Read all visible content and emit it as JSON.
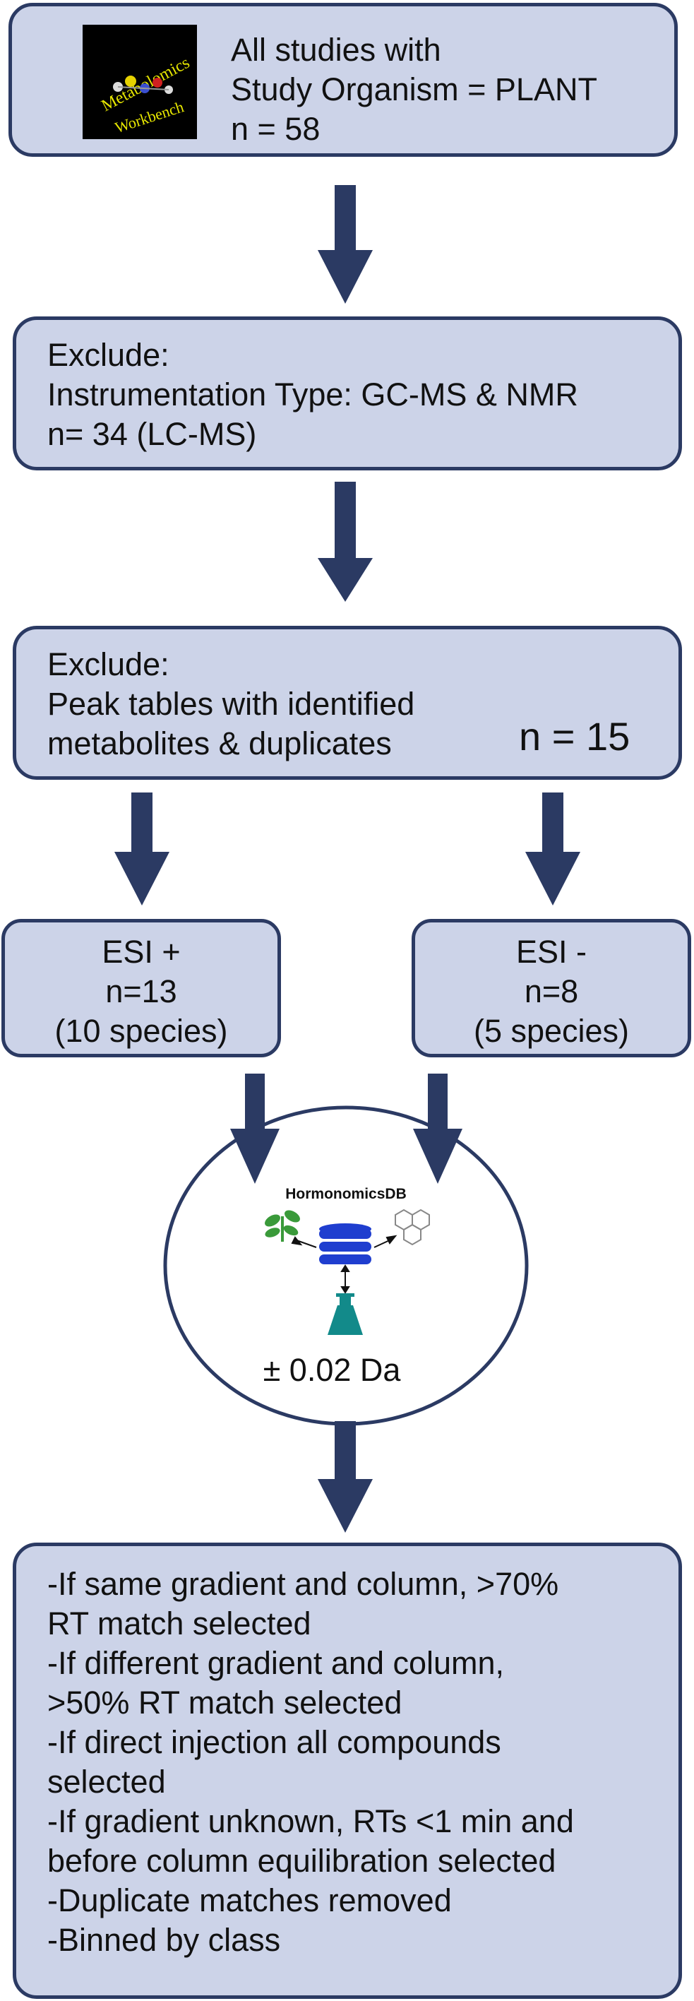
{
  "box1": {
    "logo_text_top": "Metabolomics",
    "logo_text_bottom": "Workbench",
    "lines": [
      "All studies with",
      "Study Organism = PLANT",
      "n = 58"
    ]
  },
  "box2": {
    "lines": [
      "Exclude:",
      "Instrumentation Type: GC-MS & NMR",
      "n= 34 (LC-MS)"
    ]
  },
  "box3": {
    "lines": [
      "Exclude:",
      "Peak tables with identified",
      "metabolites & duplicates"
    ],
    "count": "n = 15"
  },
  "esi_pos": {
    "lines": [
      "ESI +",
      "n=13",
      "(10 species)"
    ]
  },
  "esi_neg": {
    "lines": [
      "ESI -",
      "n=8",
      "(5 species)"
    ]
  },
  "db": {
    "label": "HormonomicsDB",
    "tolerance": "± 0.02 Da"
  },
  "box_final": {
    "lines": [
      "-If same gradient and column, >70%",
      "RT match selected",
      "-If different gradient and column,",
      ">50% RT match selected",
      "-If direct injection all compounds",
      "selected",
      "-If gradient unknown, RTs <1 min and",
      "before column equilibration selected",
      "-Duplicate matches removed",
      "-Binned by class"
    ]
  },
  "colors": {
    "box_fill": "#ccd3e8",
    "border": "#2b3a63",
    "arrow": "#2b3a63",
    "plant": "#3a9a3a",
    "database": "#1f3ecf",
    "flask": "#128a8a"
  }
}
